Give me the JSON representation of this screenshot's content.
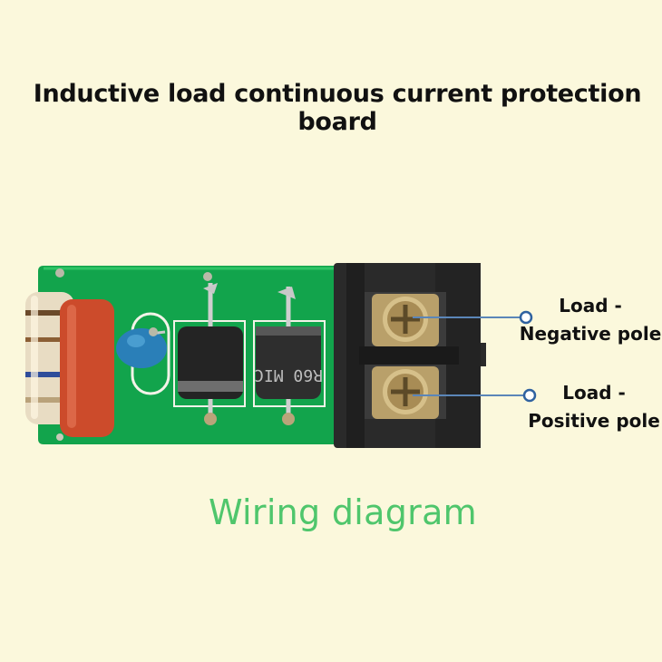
{
  "title": "Inductive load continuous current protection board",
  "callouts": {
    "negative": {
      "line1": "Load -",
      "line2": "Negative pole"
    },
    "positive": {
      "line1": "Load -",
      "line2": "Positive pole"
    }
  },
  "diode_marking": "R60 MIC",
  "footer": "Wiring diagram",
  "colors": {
    "background": "#fbf8dc",
    "pcb": "#12a44c",
    "terminal": "#2a2a2a",
    "callout_line": "#5b86b8",
    "footer_text": "#4fc66c"
  }
}
